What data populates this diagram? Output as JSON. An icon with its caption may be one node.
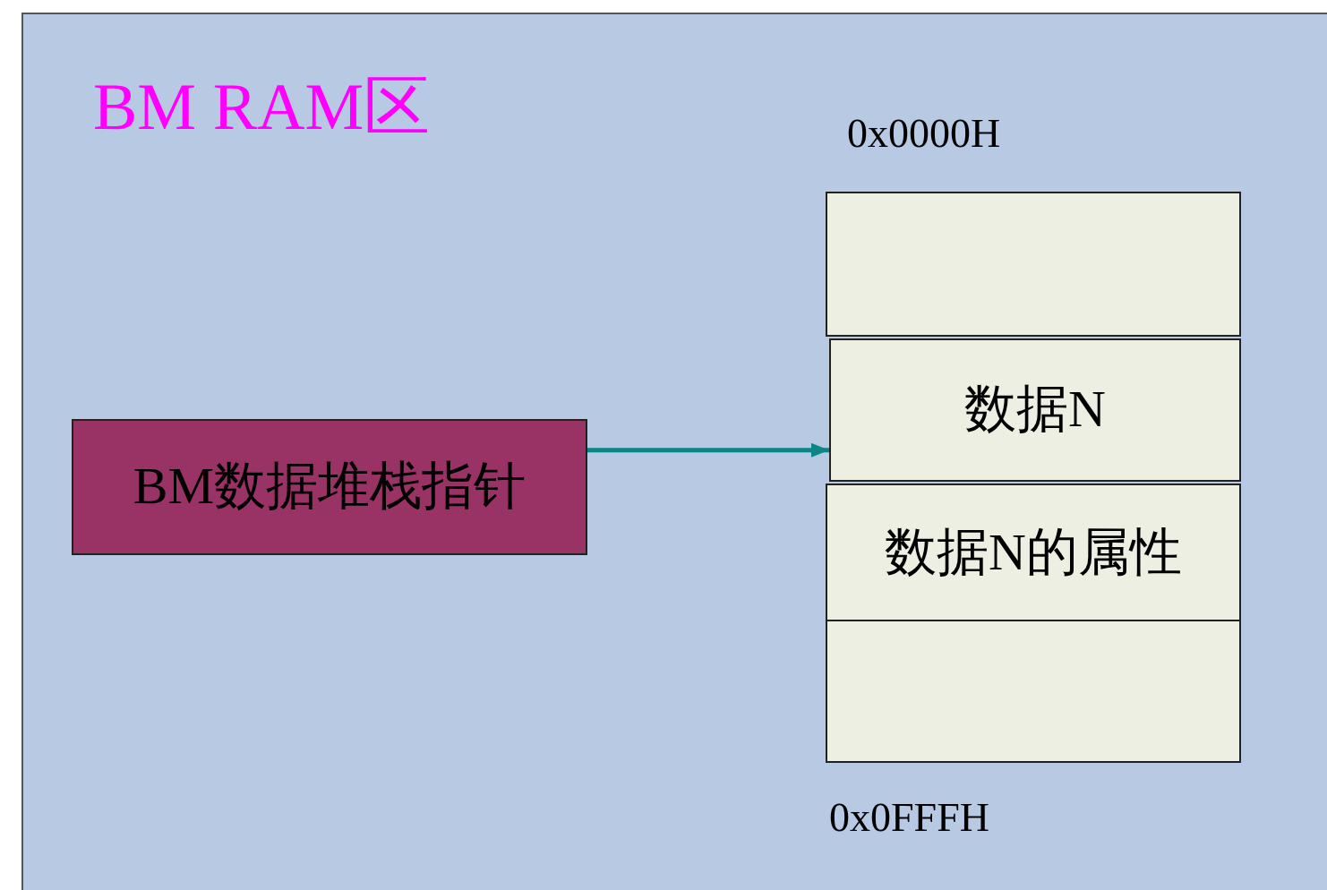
{
  "diagram": {
    "nodes": [
      {
        "text": [
          "BM RAM区"
        ]
      },
      {
        "text": [
          "BM数据堆栈指针"
        ],
        "in": 0
      },
      {
        "text": [],
        "shape": "box",
        "in": 0
      },
      {
        "text": [
          "数据N"
        ],
        "in": 0
      },
      {
        "text": [
          "数据N的属性"
        ],
        "in": 0
      },
      {
        "text": [],
        "shape": "box",
        "in": 0
      }
    ],
    "edges": [
      {
        "from": 1,
        "to": 3,
        "arrow": "to",
        "color": "#0b8585"
      }
    ],
    "labels": [
      "0x0000H",
      "0x0FFFH"
    ]
  }
}
